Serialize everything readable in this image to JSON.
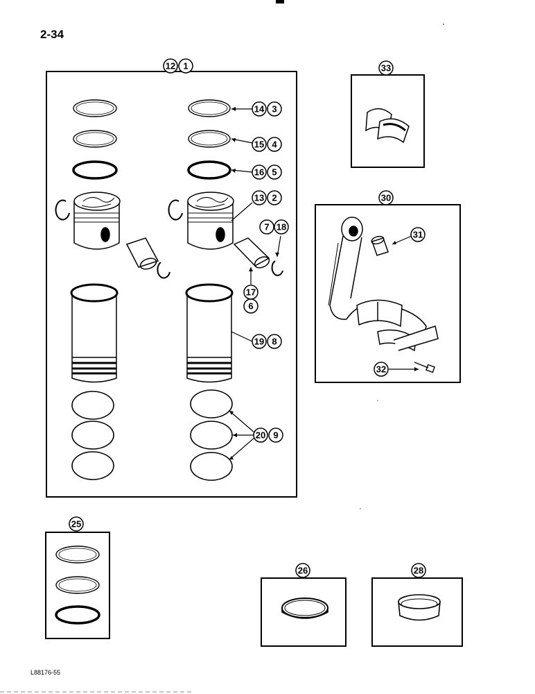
{
  "page_number": "2-34",
  "figure_code": "L88176-55",
  "callouts": {
    "c12": "12",
    "c1": "1",
    "c14": "14",
    "c3": "3",
    "c15": "15",
    "c4": "4",
    "c16": "16",
    "c5": "5",
    "c13": "13",
    "c2": "2",
    "c7": "7",
    "c18": "18",
    "c17": "17",
    "c6": "6",
    "c19": "19",
    "c8": "8",
    "c20": "20",
    "c9": "9",
    "c33": "33",
    "c30": "30",
    "c31": "31",
    "c32": "32",
    "c25": "25",
    "c26": "26",
    "c28": "28"
  }
}
